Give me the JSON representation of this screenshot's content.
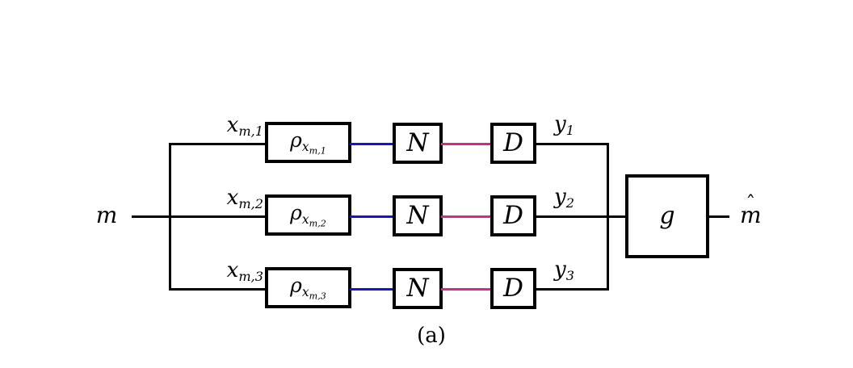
{
  "diagram": {
    "input_label": "m",
    "output_label": {
      "base": "m",
      "hat": "ˆ"
    },
    "branches": [
      {
        "input_signal": {
          "base": "x",
          "sub": "m,1"
        },
        "encoder": {
          "base": "ρ",
          "sub_base": "x",
          "sub_sub": "m,1"
        },
        "channel_label": "N",
        "decoder_label": "D",
        "output_signal": {
          "base": "y",
          "sub": "1"
        }
      },
      {
        "input_signal": {
          "base": "x",
          "sub": "m,2"
        },
        "encoder": {
          "base": "ρ",
          "sub_base": "x",
          "sub_sub": "m,2"
        },
        "channel_label": "N",
        "decoder_label": "D",
        "output_signal": {
          "base": "y",
          "sub": "2"
        }
      },
      {
        "input_signal": {
          "base": "x",
          "sub": "m,3"
        },
        "encoder": {
          "base": "ρ",
          "sub_base": "x",
          "sub_sub": "m,3"
        },
        "channel_label": "N",
        "decoder_label": "D",
        "output_signal": {
          "base": "y",
          "sub": "3"
        }
      }
    ],
    "combiner_label": "g",
    "caption": "(a)",
    "colors": {
      "background": "#ffffff",
      "text": "#000000",
      "wire": "#000000",
      "box_border": "#000000",
      "wire_blue": "#1212e0",
      "wire_pink": "#d92689"
    }
  }
}
